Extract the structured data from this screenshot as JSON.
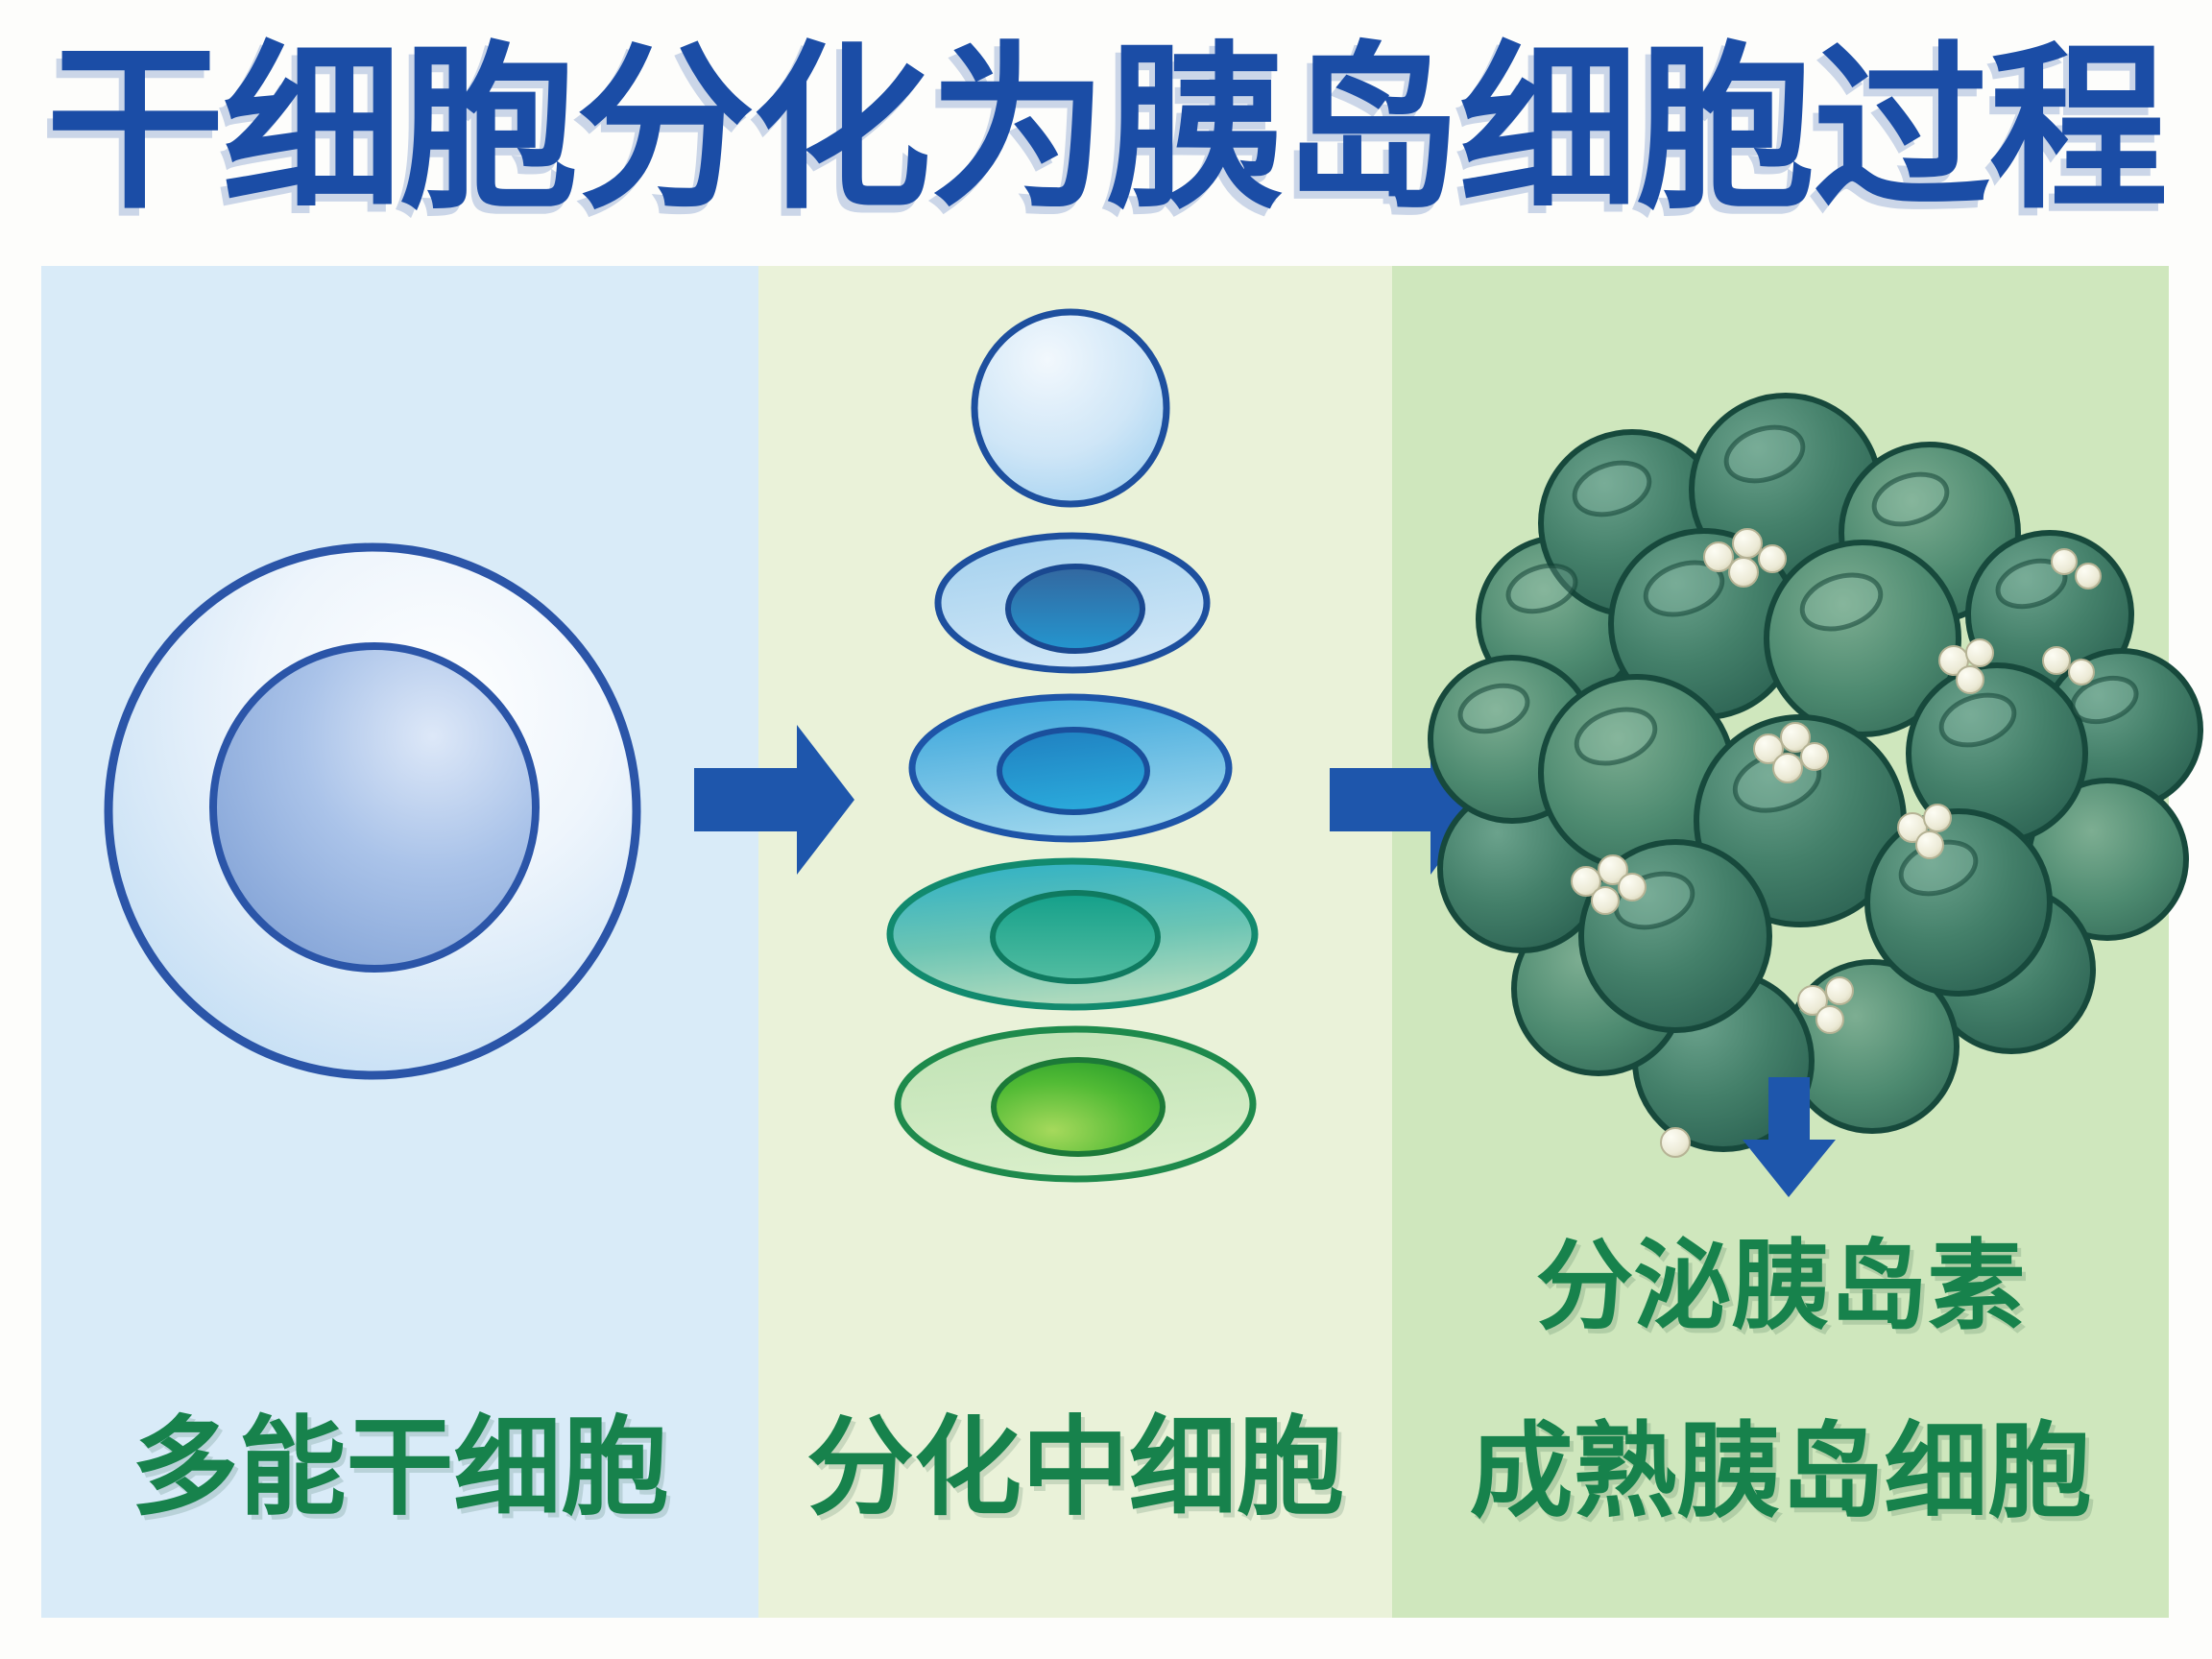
{
  "title": "干细胞分化为胰岛细胞过程",
  "panels": [
    {
      "id": "pluripotent-stem-cell",
      "label": "多能干细胞"
    },
    {
      "id": "differentiating-cells",
      "label": "分化中细胞"
    },
    {
      "id": "mature-islet-cells",
      "label": "成熟胰岛细胞",
      "annotation": "分泌胰岛素"
    }
  ],
  "icons": {
    "arrow_right_1": "arrow-right-icon",
    "arrow_right_2": "arrow-right-icon",
    "arrow_down": "arrow-down-icon"
  },
  "colors": {
    "title_blue": "#1b4da6",
    "label_green": "#17824c",
    "arrow_blue": "#1e56ac",
    "panel_left_bg": "#d9ebf8",
    "panel_middle_bg": "#eaf2d9",
    "panel_right_bg": "#cfe7bd",
    "page_bg": "#fdfdfb",
    "cell_outline_blue": "#2b55a8",
    "cell_outline_green": "#1e8a4c",
    "islet_sphere_green": "#2c6353"
  }
}
